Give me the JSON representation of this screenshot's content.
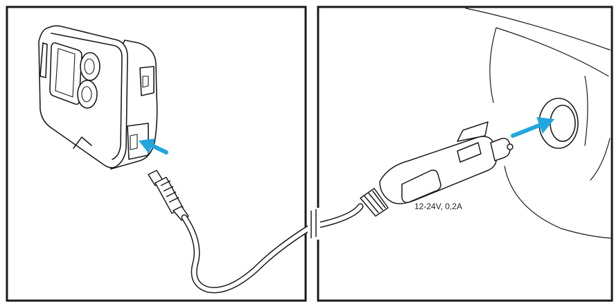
{
  "panels": {
    "left": {
      "content": "device-with-cable"
    },
    "right": {
      "content": "plug-into-cigarette-lighter-socket"
    }
  },
  "plug_spec_label": "12-24V, 0,2A",
  "colors": {
    "arrow": "#23a6de",
    "outline": "#1a1a1a",
    "fill": "#ffffff"
  },
  "icons": [
    "arrow-icon",
    "arrow-icon",
    "cable-break-icon"
  ]
}
